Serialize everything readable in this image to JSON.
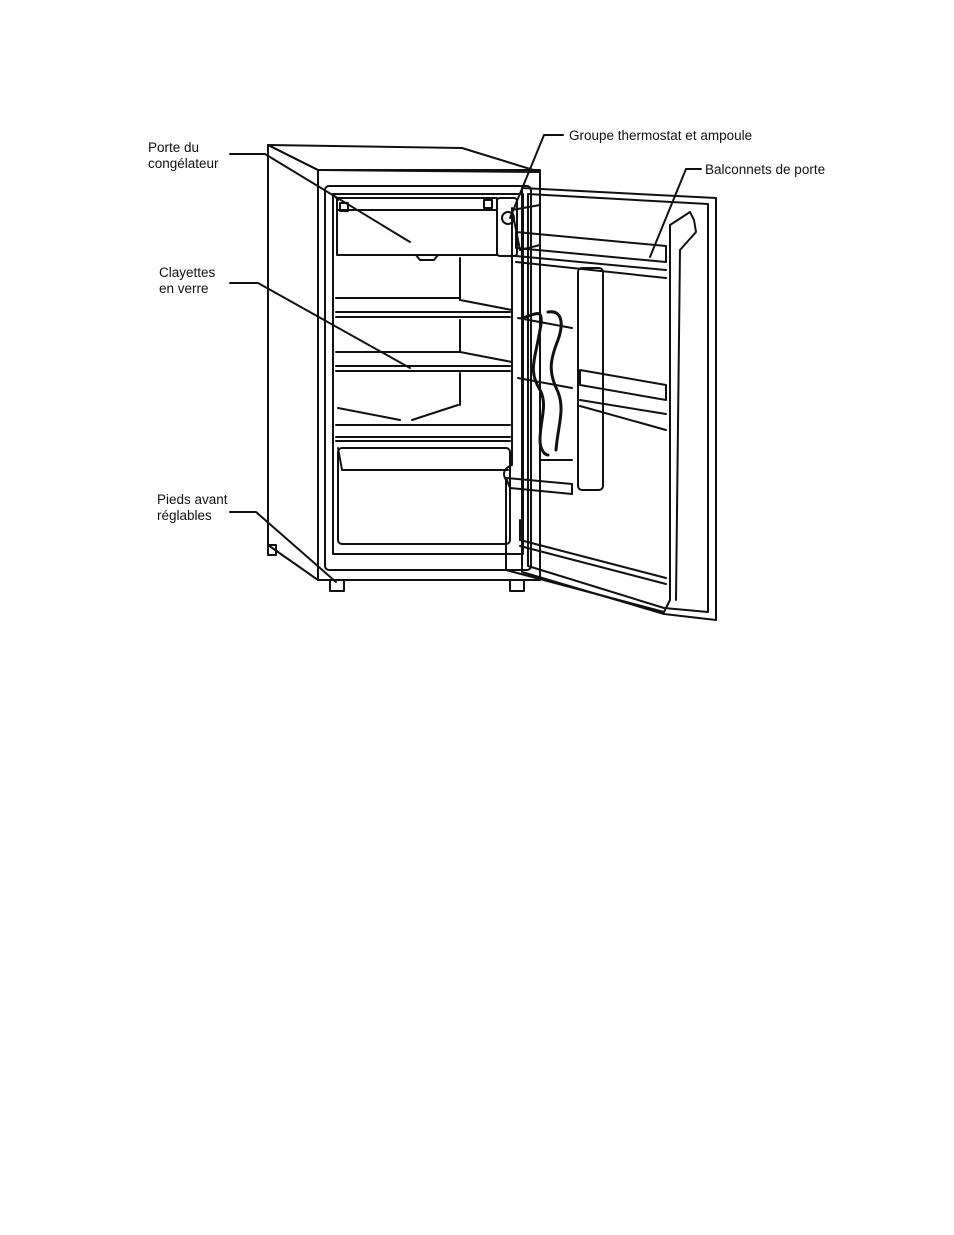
{
  "labels": {
    "freezer_door": {
      "line1": "Porte du",
      "line2": "congélateur"
    },
    "glass_shelves": {
      "line1": "Clayettes",
      "line2": "en verre"
    },
    "front_feet": {
      "line1": "Pieds avant",
      "line2": "réglables"
    },
    "thermostat": "Groupe thermostat et ampoule",
    "door_balconies": "Balconnets de porte"
  }
}
